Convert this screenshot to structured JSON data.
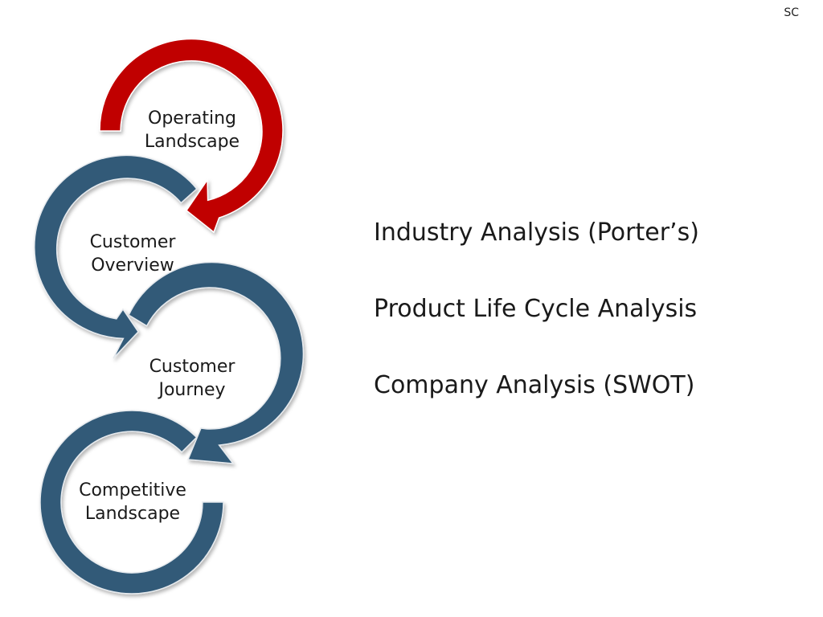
{
  "slide": {
    "initials": "SC"
  },
  "cycle": {
    "nodes": [
      {
        "id": "operating-landscape",
        "lines": [
          "Operating",
          "Landscape"
        ],
        "color": "#c00000"
      },
      {
        "id": "customer-overview",
        "lines": [
          "Customer",
          "Overview"
        ],
        "color": "#325a78"
      },
      {
        "id": "customer-journey",
        "lines": [
          "Customer",
          "Journey"
        ],
        "color": "#325a78"
      },
      {
        "id": "competitive-landscape",
        "lines": [
          "Competitive",
          "Landscape"
        ],
        "color": "#325a78"
      }
    ]
  },
  "topics": [
    "Industry Analysis (Porter’s)",
    "Product Life Cycle Analysis",
    "Company Analysis (SWOT)"
  ]
}
